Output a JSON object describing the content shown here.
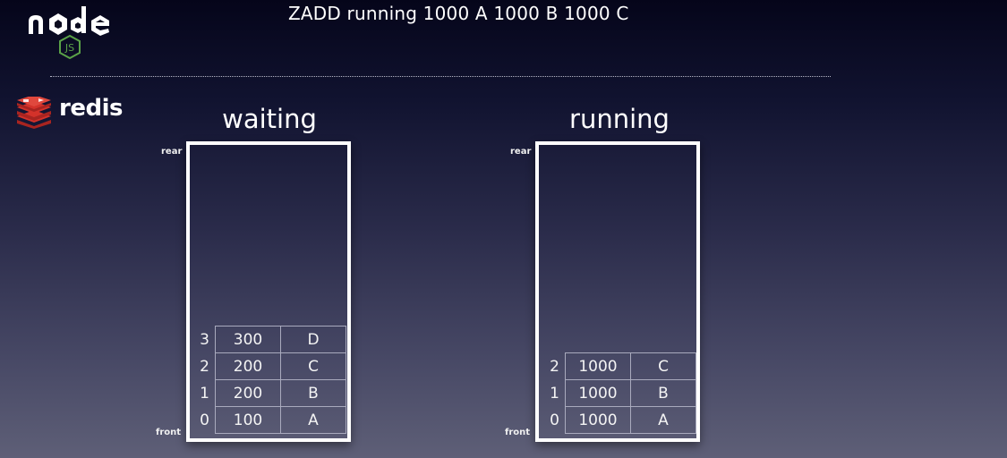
{
  "header": {
    "title": "ZADD running 1000 A 1000 B 1000 C"
  },
  "logos": {
    "node": "node-js-logo",
    "redis_word": "redis",
    "redis_icon": "redis-icon",
    "node_green": "#5aa248",
    "redis_red": "#d3322a"
  },
  "waiting": {
    "title": "waiting",
    "rear_label": "rear",
    "front_label": "front",
    "rows": [
      {
        "index": "3",
        "score": "300",
        "member": "D"
      },
      {
        "index": "2",
        "score": "200",
        "member": "C"
      },
      {
        "index": "1",
        "score": "200",
        "member": "B"
      },
      {
        "index": "0",
        "score": "100",
        "member": "A"
      }
    ]
  },
  "running": {
    "title": "running",
    "rear_label": "rear",
    "front_label": "front",
    "rows": [
      {
        "index": "2",
        "score": "1000",
        "member": "C"
      },
      {
        "index": "1",
        "score": "1000",
        "member": "B"
      },
      {
        "index": "0",
        "score": "1000",
        "member": "A"
      }
    ]
  }
}
